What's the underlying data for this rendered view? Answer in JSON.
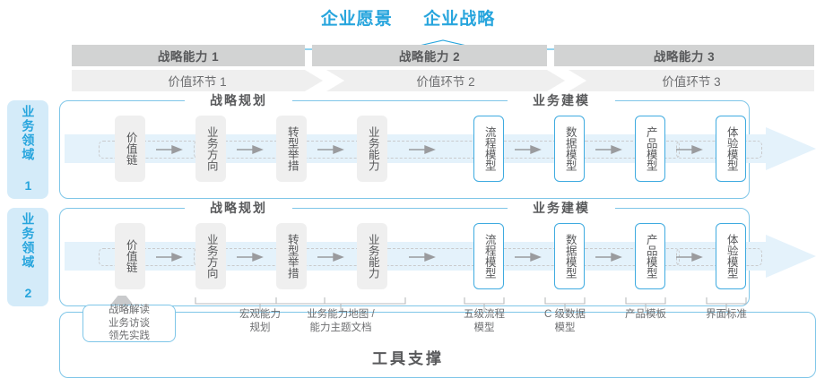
{
  "header": {
    "title_left": "企业愿景",
    "title_right": "企业战略",
    "accent_color": "#27a5dd"
  },
  "capabilities": [
    {
      "label": "战略能力 1"
    },
    {
      "label": "战略能力 2"
    },
    {
      "label": "战略能力 3"
    }
  ],
  "value_stages": [
    {
      "label": "价值环节 1"
    },
    {
      "label": "价值环节 2"
    },
    {
      "label": "价值环节 3"
    }
  ],
  "domains": [
    {
      "label": "业务领域 1"
    },
    {
      "label": "业务领域 2"
    }
  ],
  "sections": [
    {
      "label": "战略规划"
    },
    {
      "label": "业务建模"
    }
  ],
  "nodes": [
    {
      "label": "价值链",
      "style": "gray"
    },
    {
      "label": "业务方向",
      "style": "gray"
    },
    {
      "label": "转型举措",
      "style": "gray"
    },
    {
      "label": "业务能力",
      "style": "gray"
    },
    {
      "label": "流程模型",
      "style": "blue"
    },
    {
      "label": "数据模型",
      "style": "blue"
    },
    {
      "label": "产品模型",
      "style": "blue"
    },
    {
      "label": "体验模型",
      "style": "blue"
    }
  ],
  "callout": {
    "label": "战略解读\n业务访谈\n领先实践"
  },
  "bottom_labels": [
    {
      "label": "宏观能力\n规划"
    },
    {
      "label": "业务能力地图 /\n能力主题文档"
    },
    {
      "label": "五级流程\n模型"
    },
    {
      "label": "C 级数据\n模型"
    },
    {
      "label": "产品模板"
    },
    {
      "label": "界面标准"
    }
  ],
  "tool_support": {
    "label": "工具支撑"
  },
  "colors": {
    "accent_blue": "#27a5dd",
    "band_blue": "#e4f2fb",
    "domain_tab": "#d4ebf9",
    "bar_gray": "#d2d3d3",
    "bar_light": "#efefef",
    "node_gray": "#efefef",
    "text_gray": "#58595b"
  }
}
